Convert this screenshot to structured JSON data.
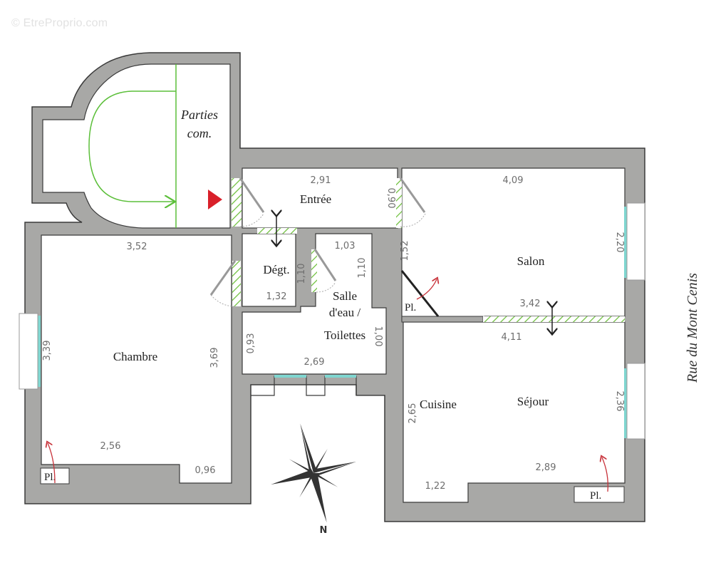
{
  "watermark": "© EtreProprio.com",
  "colors": {
    "wall_fill": "#a8a8a6",
    "wall_stroke": "#3a3a3a",
    "floor": "#ffffff",
    "window": "#7fd6d0",
    "opening_hatch": "#6cbf3a",
    "entry_marker": "#d9202a",
    "placard_arrow": "#c8323a",
    "circulation_line": "#5cbf3a"
  },
  "rooms": {
    "parties_communes": {
      "line1": "Parties",
      "line2": "com."
    },
    "entree": "Entrée",
    "degagement": "Dégt.",
    "salle_eau": {
      "line1": "Salle",
      "line2": "d'eau /",
      "line3": "Toilettes"
    },
    "chambre": "Chambre",
    "salon": "Salon",
    "cuisine": "Cuisine",
    "sejour": "Séjour"
  },
  "placards": {
    "chambre": "Pl.",
    "salon": "Pl.",
    "sejour": "Pl."
  },
  "dimensions": {
    "entree_width": "2,91",
    "entree_height": "0,90",
    "salon_top": "4,09",
    "salon_left": "1,52",
    "salon_right_window": "2,20",
    "salon_bottom": "3,42",
    "sejour_top": "4,11",
    "sejour_right_window": "2,36",
    "sejour_bottom": "2,89",
    "cuisine_left": "2,65",
    "cuisine_bottom": "1,22",
    "degt_width": "1,32",
    "degt_height": "1,10",
    "sde_top": "1,03",
    "sde_right_upper": "1,10",
    "sde_left": "0,93",
    "sde_right": "1,00",
    "sde_bottom": "2,69",
    "chambre_top": "3,52",
    "chambre_left_window": "3,39",
    "chambre_right": "3,69",
    "chambre_bottom": "2,56",
    "chambre_alcove": "0,96"
  },
  "compass": {
    "north_label": "N"
  },
  "street": "Rue du Mont Cenis"
}
